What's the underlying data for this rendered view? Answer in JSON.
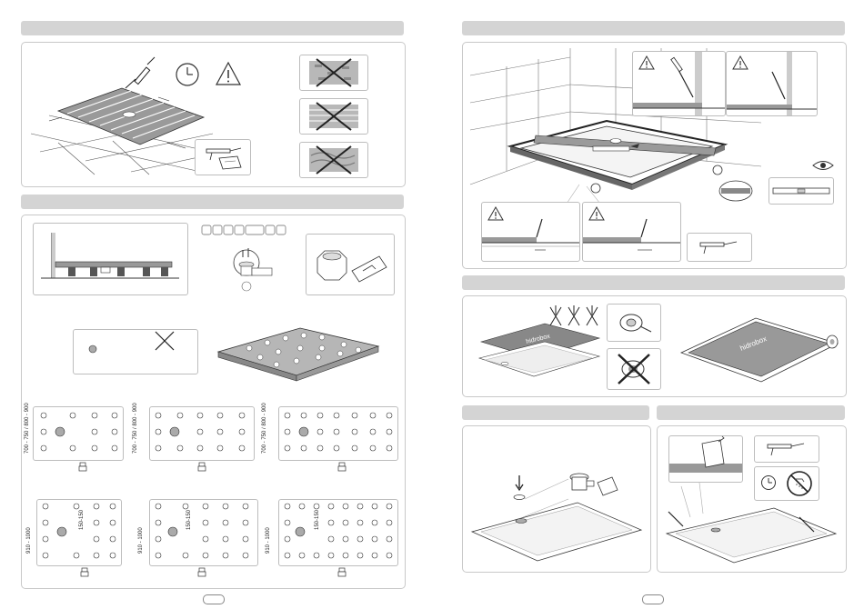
{
  "brand": {
    "name": "hidrobox"
  },
  "grids": {
    "row1_height_label": "700 - 750 / 800 - 900",
    "row2_height_label": "910 - 1000",
    "drain_spacing_label": "150-150"
  },
  "left_page": {
    "sections": [
      {
        "id": "surface-preparation"
      },
      {
        "id": "support-feet-installation"
      }
    ]
  },
  "right_page": {
    "sections": [
      {
        "id": "sealing-and-levelling"
      },
      {
        "id": "protective-film"
      },
      {
        "id": "drain-fitting"
      },
      {
        "id": "silicone-finish"
      }
    ]
  }
}
